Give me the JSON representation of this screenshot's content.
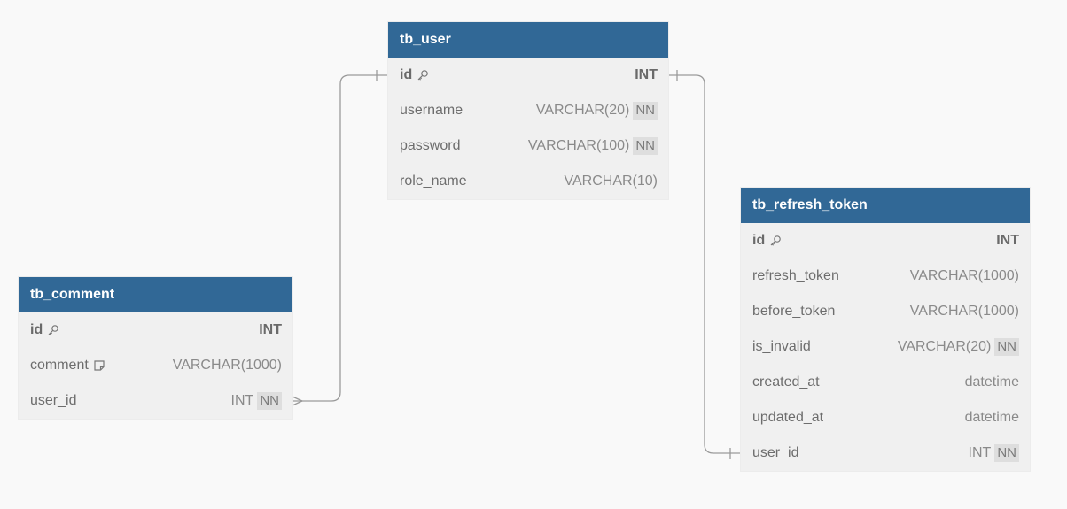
{
  "tables": {
    "tb_user": {
      "name": "tb_user",
      "columns": [
        {
          "name": "id",
          "type": "INT",
          "pk": true,
          "nn": false,
          "icon": "key-icon"
        },
        {
          "name": "username",
          "type": "VARCHAR(20)",
          "pk": false,
          "nn": true,
          "nn_label": "NN"
        },
        {
          "name": "password",
          "type": "VARCHAR(100)",
          "pk": false,
          "nn": true,
          "nn_label": "NN"
        },
        {
          "name": "role_name",
          "type": "VARCHAR(10)",
          "pk": false,
          "nn": false
        }
      ]
    },
    "tb_comment": {
      "name": "tb_comment",
      "columns": [
        {
          "name": "id",
          "type": "INT",
          "pk": true,
          "nn": false,
          "icon": "key-icon"
        },
        {
          "name": "comment",
          "type": "VARCHAR(1000)",
          "pk": false,
          "nn": false,
          "icon": "note-icon"
        },
        {
          "name": "user_id",
          "type": "INT",
          "pk": false,
          "nn": true,
          "nn_label": "NN"
        }
      ]
    },
    "tb_refresh_token": {
      "name": "tb_refresh_token",
      "columns": [
        {
          "name": "id",
          "type": "INT",
          "pk": true,
          "nn": false,
          "icon": "key-icon"
        },
        {
          "name": "refresh_token",
          "type": "VARCHAR(1000)",
          "pk": false,
          "nn": false
        },
        {
          "name": "before_token",
          "type": "VARCHAR(1000)",
          "pk": false,
          "nn": false
        },
        {
          "name": "is_invalid",
          "type": "VARCHAR(20)",
          "pk": false,
          "nn": true,
          "nn_label": "NN"
        },
        {
          "name": "created_at",
          "type": "datetime",
          "pk": false,
          "nn": false
        },
        {
          "name": "updated_at",
          "type": "datetime",
          "pk": false,
          "nn": false
        },
        {
          "name": "user_id",
          "type": "INT",
          "pk": false,
          "nn": true,
          "nn_label": "NN"
        }
      ]
    }
  },
  "relations": [
    {
      "from_table": "tb_comment",
      "from_column": "user_id",
      "from_cardinality": "many",
      "to_table": "tb_user",
      "to_column": "id",
      "to_cardinality": "one"
    },
    {
      "from_table": "tb_refresh_token",
      "from_column": "user_id",
      "from_cardinality": "one",
      "to_table": "tb_user",
      "to_column": "id",
      "to_cardinality": "one"
    }
  ],
  "colors": {
    "header": "#316896",
    "header_text": "#ffffff",
    "table_body": "#f0f0f0",
    "canvas": "#f9f9f9",
    "connector": "#9a9a9a",
    "nn_badge": "#dedede"
  }
}
